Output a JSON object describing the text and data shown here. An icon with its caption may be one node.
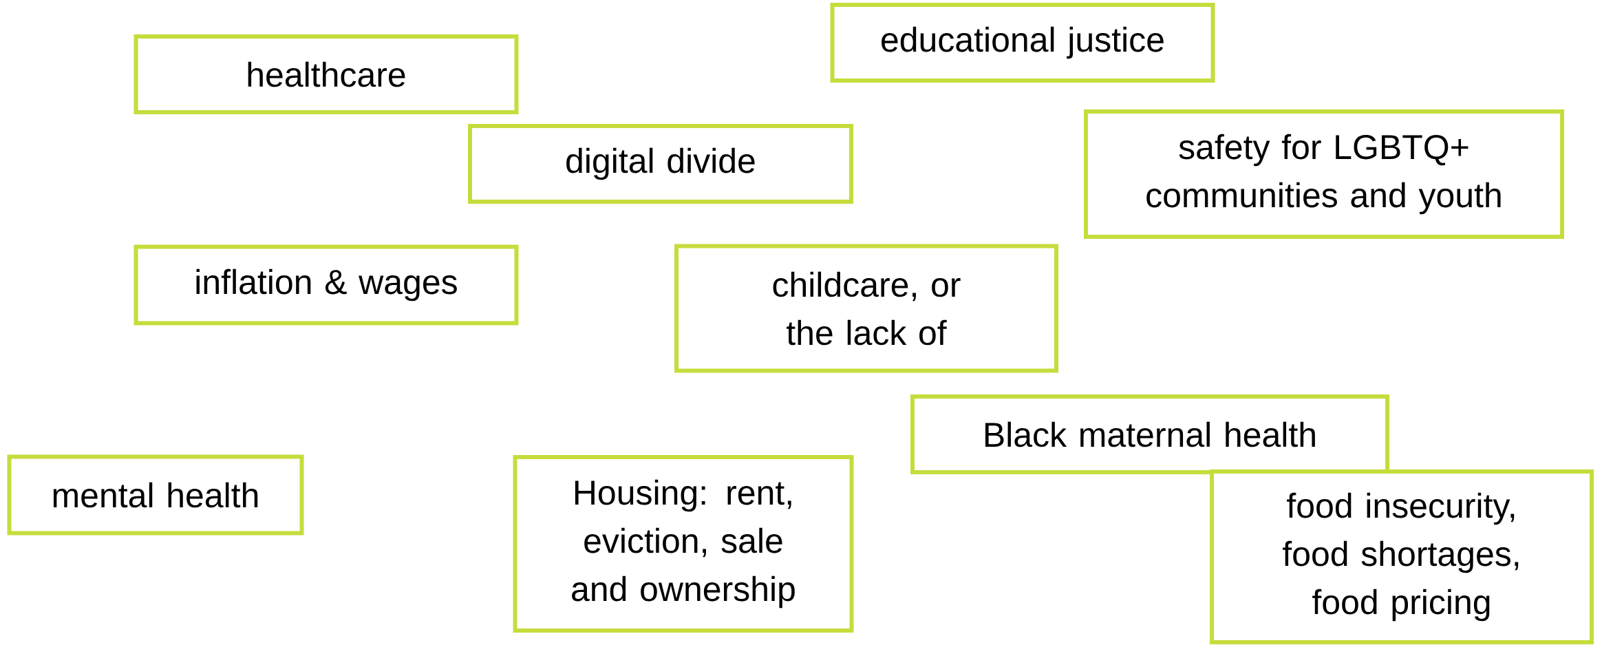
{
  "diagram": {
    "nodes": [
      {
        "text": [
          "educational justice"
        ]
      },
      {
        "text": [
          "healthcare"
        ]
      },
      {
        "text": [
          "safety for LGBTQ+ communities and youth"
        ]
      },
      {
        "text": [
          "digital divide"
        ]
      },
      {
        "text": [
          "inflation & wages"
        ]
      },
      {
        "text": [
          "childcare, or the lack of"
        ]
      },
      {
        "text": [
          "Black maternal health"
        ]
      },
      {
        "text": [
          "mental health"
        ]
      },
      {
        "text": [
          "Housing: rent, eviction, sale and ownership"
        ]
      },
      {
        "text": [
          "food insecurity, food shortages, food pricing"
        ]
      }
    ]
  }
}
